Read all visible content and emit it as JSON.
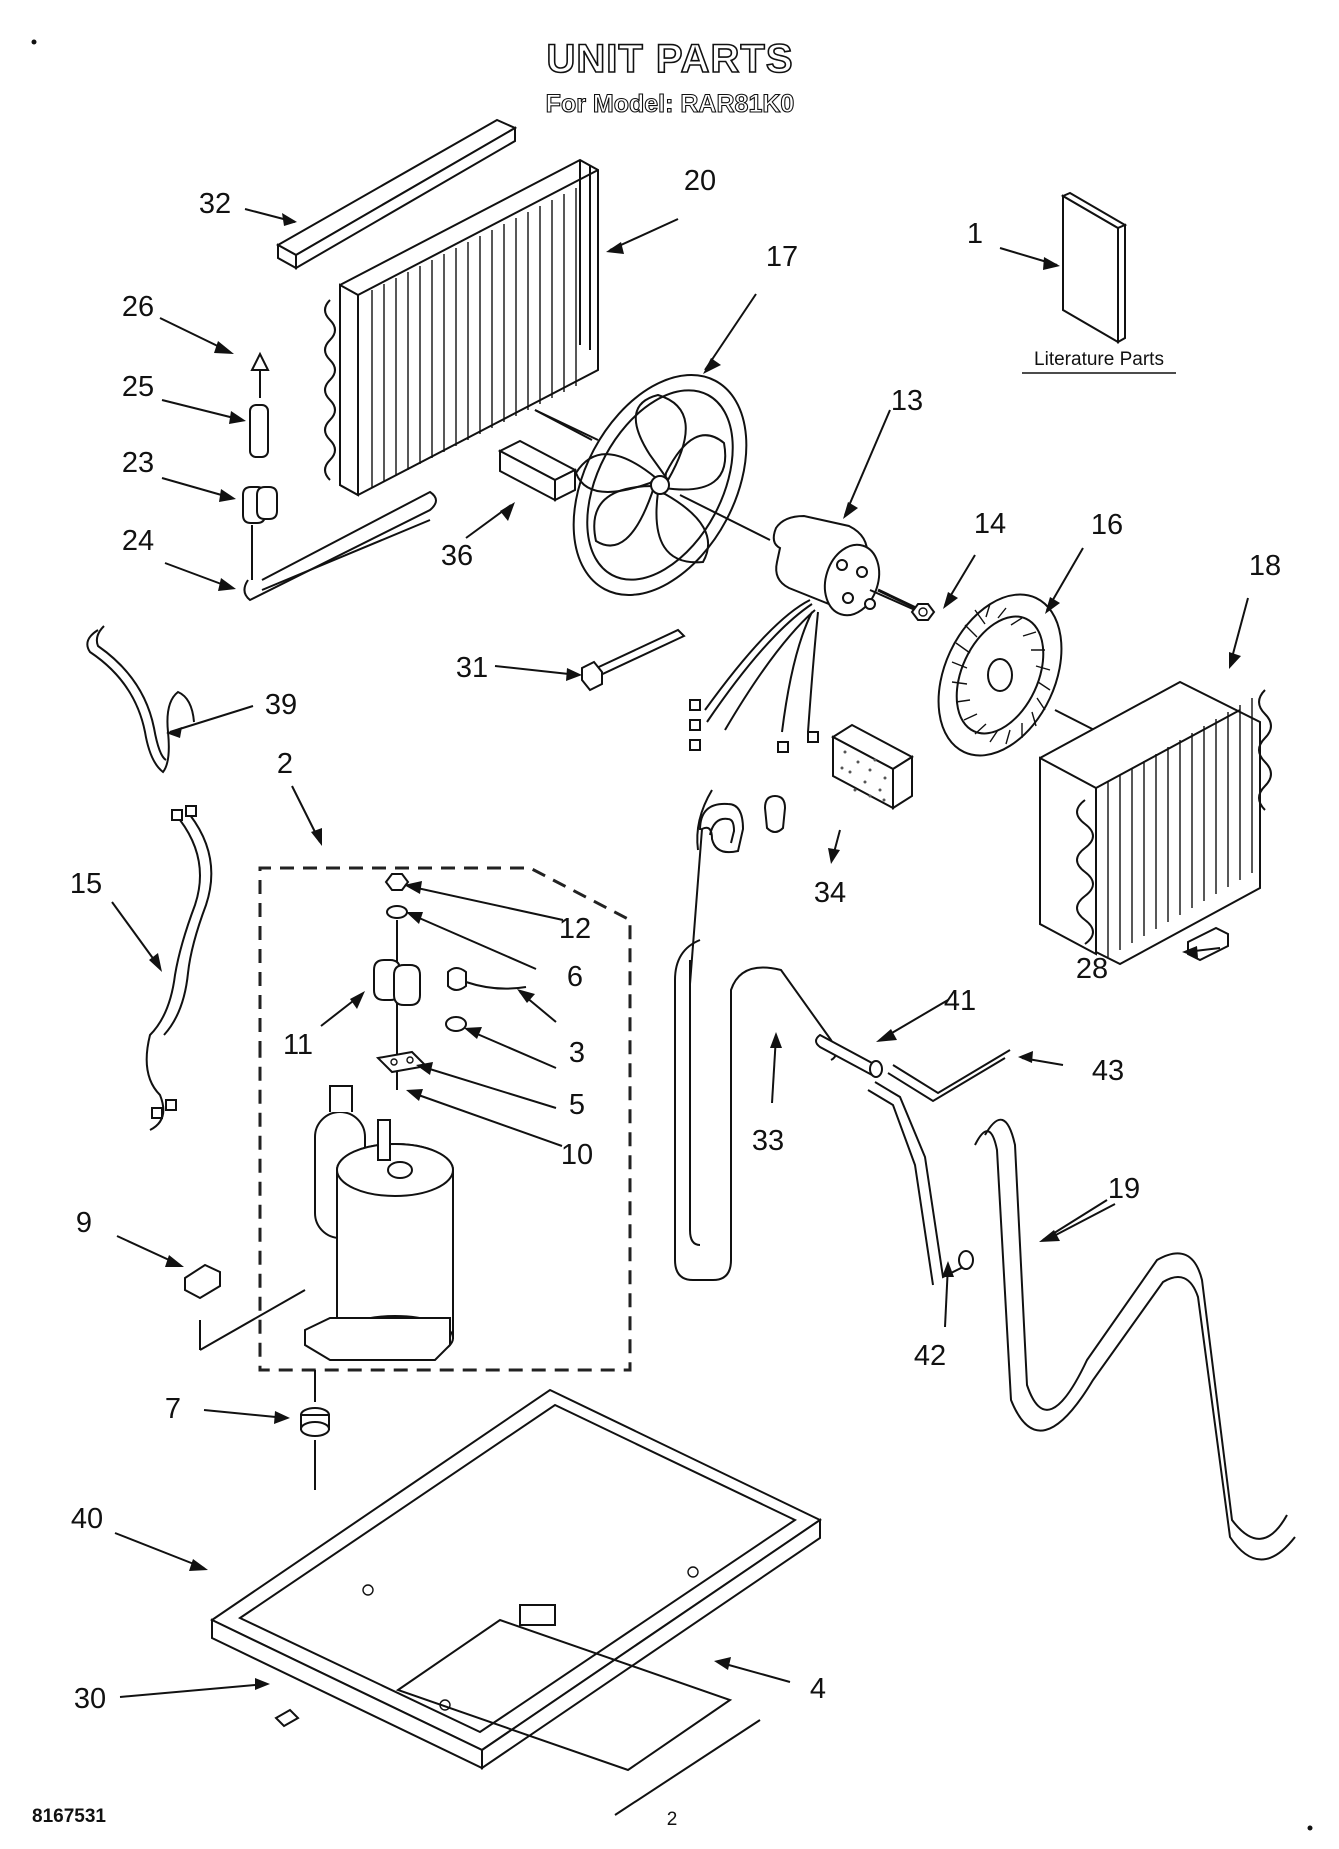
{
  "header": {
    "title": "UNIT PARTS",
    "subtitle": "For Model: RAR81K0"
  },
  "literature_label": "Literature Parts",
  "callouts": {
    "c1": "1",
    "c2": "2",
    "c3": "3",
    "c4": "4",
    "c5": "5",
    "c6": "6",
    "c7": "7",
    "c9": "9",
    "c10": "10",
    "c11": "11",
    "c12": "12",
    "c13": "13",
    "c14": "14",
    "c15": "15",
    "c16": "16",
    "c17": "17",
    "c18": "18",
    "c19": "19",
    "c20": "20",
    "c23": "23",
    "c24": "24",
    "c25": "25",
    "c26": "26",
    "c28": "28",
    "c30": "30",
    "c31": "31",
    "c32": "32",
    "c33": "33",
    "c34": "34",
    "c36": "36",
    "c39": "39",
    "c40": "40",
    "c41": "41",
    "c42": "42",
    "c43": "43"
  },
  "footer": {
    "doc_number": "8167531",
    "page_number": "2"
  }
}
